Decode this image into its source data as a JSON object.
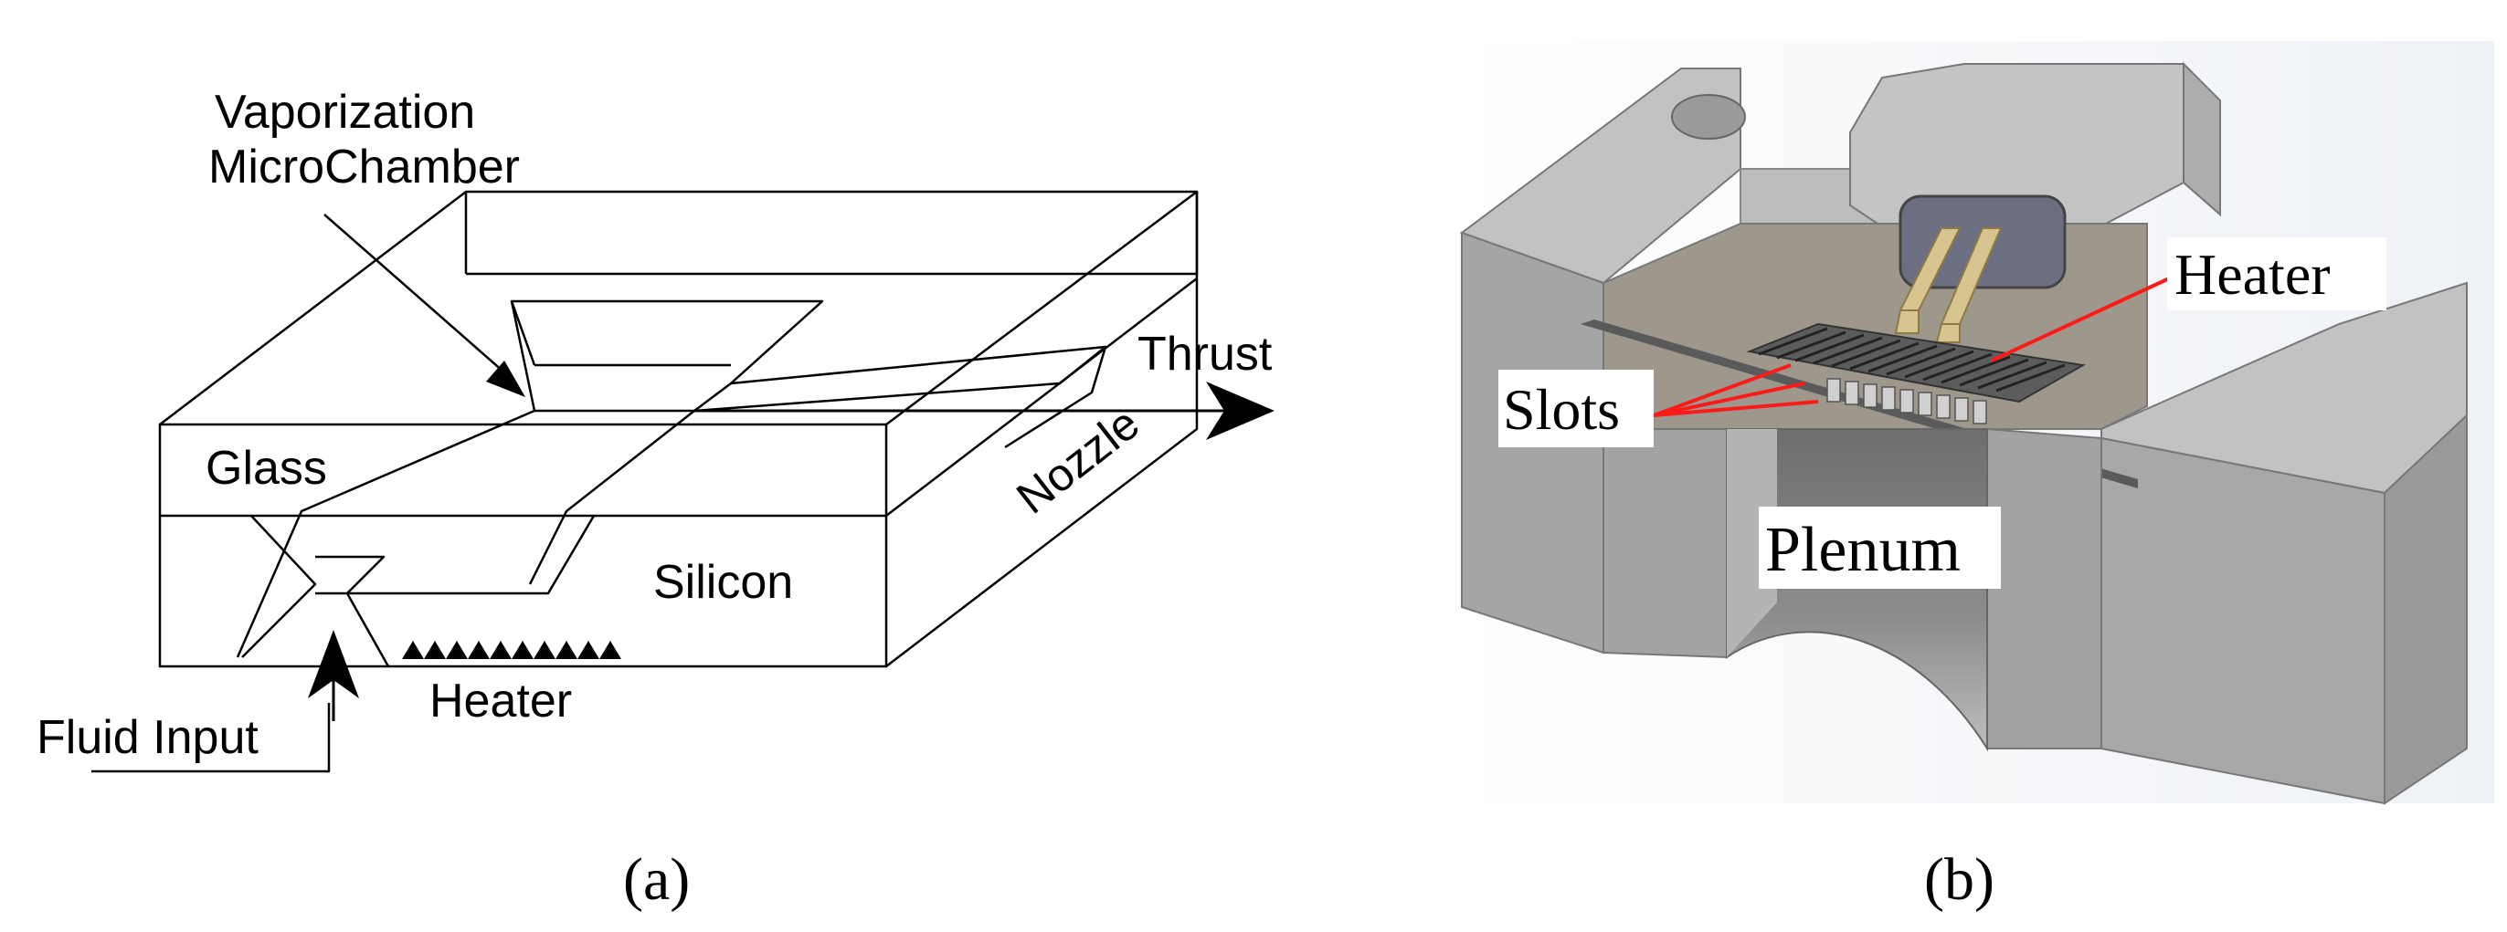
{
  "panel_a": {
    "labels": {
      "vaporization_line1": "Vaporization",
      "vaporization_line2": "MicroChamber",
      "thrust": "Thrust",
      "nozzle": "Nozzle",
      "glass": "Glass",
      "silicon": "Silicon",
      "heater": "Heater",
      "fluid_input": "Fluid Input"
    },
    "caption": "(a)"
  },
  "panel_b": {
    "labels": {
      "heater": "Heater",
      "slots": "Slots",
      "plenum": "Plenum"
    },
    "caption": "(b)",
    "colors": {
      "body_front": "#a3a3a3",
      "body_top": "#c2c2c2",
      "floor": "#9e978c",
      "pins": "#d8c48e",
      "window": "#6c6e82",
      "leader": "#ff1a1a"
    }
  }
}
